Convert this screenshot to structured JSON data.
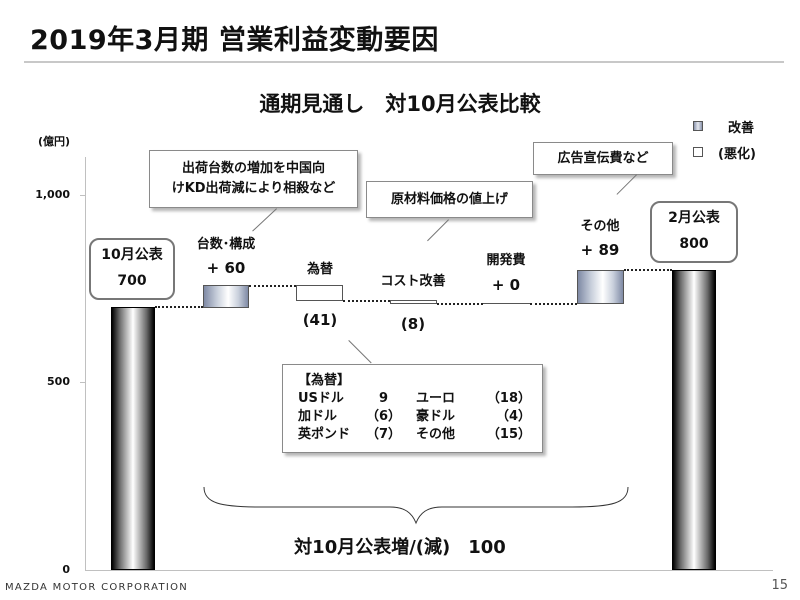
{
  "header": {
    "title": "2019年3月期 営業利益変動要因",
    "subtitle": "通期見通し　対10月公表比較"
  },
  "legend": {
    "improve_label": "改善",
    "worsen_label": "(悪化)"
  },
  "axis": {
    "unit_label": "(億円)",
    "ticks": [
      "1,000",
      "500",
      "0"
    ]
  },
  "bars": {
    "start": {
      "title": "10月公表",
      "value": "700"
    },
    "volume_mix": {
      "label": "台数･構成",
      "value": "+ 60"
    },
    "exchange": {
      "label": "為替",
      "value": "(41)"
    },
    "cost": {
      "label": "コスト改善",
      "value": "(8)"
    },
    "rnd": {
      "label": "開発費",
      "value": "+ 0"
    },
    "other": {
      "label": "その他",
      "value": "+ 89"
    },
    "end": {
      "title": "2月公表",
      "value": "800"
    }
  },
  "callouts": {
    "volume": [
      "出荷台数の増加を中国向",
      "けKD出荷減により相殺など"
    ],
    "cost": "原材料価格の値上げ",
    "other": "広告宣伝費など"
  },
  "fx_breakdown": {
    "heading": "【為替】",
    "rows": [
      {
        "c1": "USドル",
        "v1": "9",
        "c2": "ユーロ",
        "v2": "（18）"
      },
      {
        "c1": "加ドル",
        "v1": "（6）",
        "c2": "豪ドル",
        "v2": "（4）"
      },
      {
        "c1": "英ポンド",
        "v1": "（7）",
        "c2": "その他",
        "v2": "（15）"
      }
    ]
  },
  "summary": "対10月公表増/(減)　100",
  "footer": {
    "company": "MAZDA MOTOR CORPORATION",
    "page": "15"
  },
  "colors": {
    "improve": "#9aa4bc",
    "worsen": "#ffffff",
    "total": "#000000"
  },
  "chart_data": {
    "type": "bar",
    "subtype": "waterfall",
    "title": "通期見通し 対10月公表比較",
    "ylabel": "(億円)",
    "ylim": [
      0,
      1100
    ],
    "yticks": [
      0,
      500,
      1000
    ],
    "categories": [
      "10月公表",
      "台数･構成",
      "為替",
      "コスト改善",
      "開発費",
      "その他",
      "2月公表"
    ],
    "values": [
      700,
      60,
      -41,
      -8,
      0,
      89,
      800
    ],
    "measure": [
      "total",
      "relative",
      "relative",
      "relative",
      "relative",
      "relative",
      "total"
    ],
    "legend": [
      "改善",
      "(悪化)"
    ],
    "annotations": [
      "出荷台数の増加を中国向けKD出荷減により相殺など",
      "原材料価格の値上げ",
      "広告宣伝費など",
      "対10月公表増/(減) 100"
    ],
    "fx_detail": {
      "USドル": 9,
      "ユーロ": -18,
      "加ドル": -6,
      "豪ドル": -4,
      "英ポンド": -7,
      "その他": -15
    }
  }
}
